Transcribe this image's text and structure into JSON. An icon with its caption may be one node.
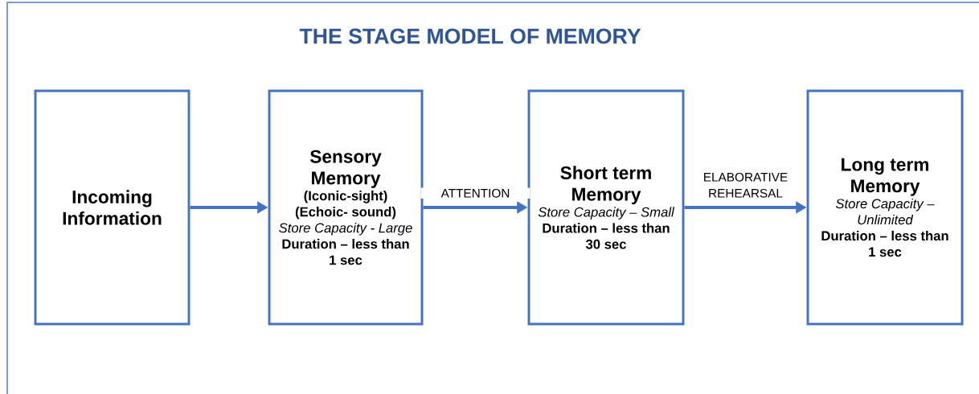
{
  "diagram": {
    "title": "THE STAGE MODEL OF MEMORY",
    "nodes": [
      {
        "text": [
          "Incoming Information"
        ]
      },
      {
        "text": [
          "Sensory Memory",
          "(Iconic-sight) (Echoic- sound)",
          "Store Capacity - Large",
          "Duration – less than 1 sec"
        ]
      },
      {
        "text": [
          "Short term Memory",
          "Store Capacity – Small",
          "Duration – less than 30 sec"
        ]
      },
      {
        "text": [
          "Long term Memory",
          "Store Capacity – Unlimited",
          "Duration – less than 1 sec"
        ]
      }
    ],
    "edges": [
      {
        "from": 0,
        "to": 1,
        "arrow": "to"
      },
      {
        "from": 1,
        "to": 2,
        "arrow": "to",
        "label": "ATTENTION"
      },
      {
        "from": 2,
        "to": 3,
        "arrow": "to",
        "label": "ELABORATIVE REHEARSAL"
      }
    ]
  }
}
